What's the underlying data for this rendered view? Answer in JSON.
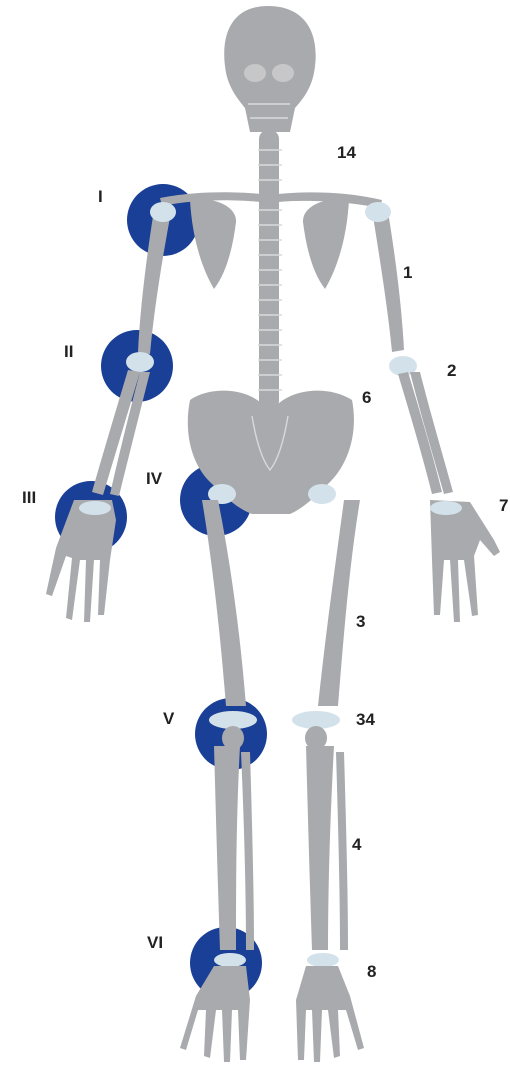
{
  "colors": {
    "bone": "#a9aaad",
    "joint": "#d3e2ea",
    "marker": "#1a3f96",
    "label": "#222222"
  },
  "joint_labels": {
    "shoulder_right": "I",
    "elbow_right": "II",
    "wrist_right": "III",
    "hip_right": "IV",
    "knee_right": "V",
    "ankle_right": "VI"
  },
  "bone_labels": {
    "clavicle": "14",
    "humerus": "1",
    "forearm": "2",
    "pelvis": "6",
    "hand": "7",
    "femur": "3",
    "patella": "34",
    "tibia": "4",
    "foot": "8"
  }
}
